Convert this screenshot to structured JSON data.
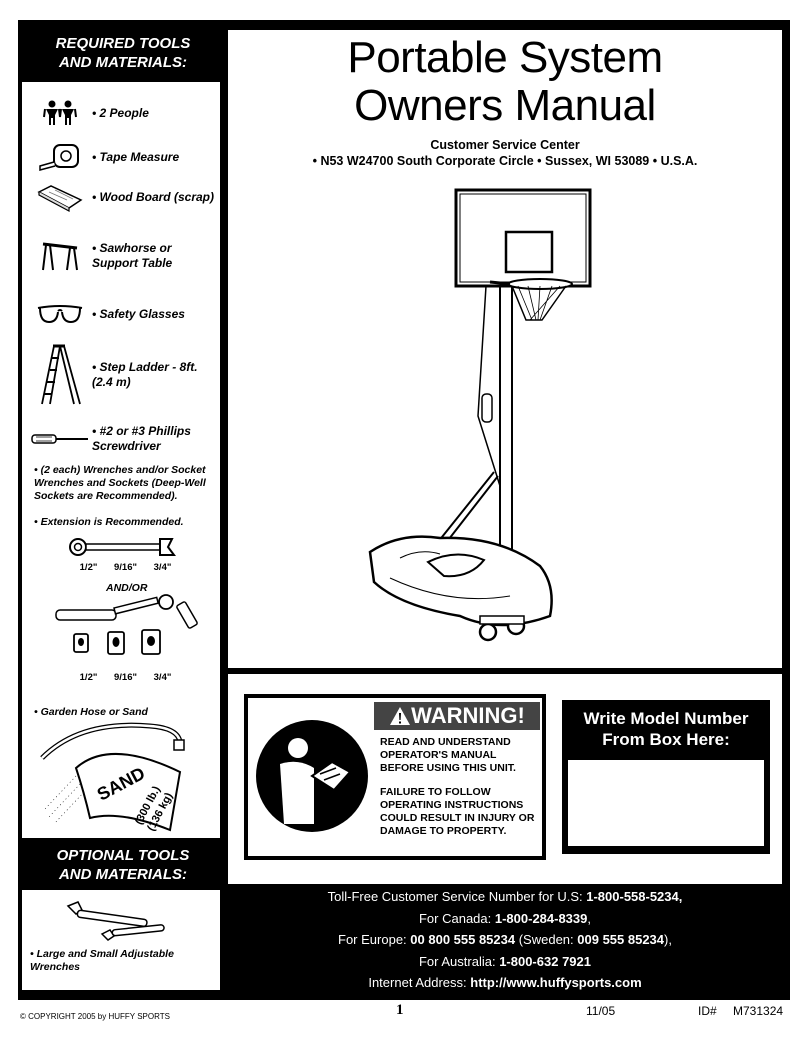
{
  "required": {
    "header_line1": "REQUIRED TOOLS",
    "header_line2": "AND MATERIALS:",
    "items": [
      {
        "label": "• 2 People",
        "icon": "people-icon"
      },
      {
        "label": "• Tape Measure",
        "icon": "tape-measure-icon"
      },
      {
        "label": "• Wood Board (scrap)",
        "icon": "wood-board-icon"
      },
      {
        "label": "• Sawhorse or Support Table",
        "icon": "sawhorse-icon"
      },
      {
        "label": "• Safety Glasses",
        "icon": "safety-glasses-icon"
      },
      {
        "label": "• Step Ladder - 8ft. (2.4 m)",
        "icon": "step-ladder-icon"
      },
      {
        "label": "• #2 or #3 Phillips Screwdriver",
        "icon": "screwdriver-icon"
      }
    ],
    "wrench_note": "• (2 each) Wrenches and/or Socket Wrenches and Sockets (Deep-Well Sockets are Recommended).",
    "extension_note": "• Extension is Recommended.",
    "sizes": [
      "1/2\"",
      "9/16\"",
      "3/4\""
    ],
    "and_or": "AND/OR",
    "garden_note": "• Garden Hose or Sand",
    "sand_label": "SAND",
    "sand_weight": "(300 lb.)",
    "sand_weight_metric": "(136 kg)"
  },
  "optional": {
    "header_line1": "OPTIONAL TOOLS",
    "header_line2": "AND MATERIALS:",
    "item": "• Large and Small Adjustable Wrenches"
  },
  "main": {
    "title_line1": "Portable System",
    "title_line2": "Owners Manual",
    "service_center": "Customer Service Center",
    "address": "• N53 W24700 South Corporate Circle • Sussex, WI 53089 • U.S.A."
  },
  "warning": {
    "title": "WARNING!",
    "text1": "READ AND UNDERSTAND OPERATOR'S MANUAL BEFORE USING THIS UNIT.",
    "text2": "FAILURE TO FOLLOW OPERATING INSTRUCTIONS COULD RESULT IN INJURY OR DAMAGE TO PROPERTY."
  },
  "model": {
    "line1": "Write Model Number",
    "line2": "From Box Here:"
  },
  "contact": {
    "us_label": "Toll-Free Customer Service Number for U.S: ",
    "us_number": "1-800-558-5234,",
    "canada_label": "For Canada:  ",
    "canada_number": "1-800-284-8339",
    "canada_tail": ",",
    "europe_label": "For Europe: ",
    "europe_number": "00 800 555 85234",
    "sweden_label": " (Sweden: ",
    "sweden_number": "009 555 85234",
    "sweden_tail": "),",
    "australia_label": "For Australia: ",
    "australia_number": "1-800-632 7921",
    "internet_label": "Internet Address: ",
    "internet_url": "http://www.huffysports.com"
  },
  "footer": {
    "copyright": "© COPYRIGHT 2005 by HUFFY SPORTS",
    "page_number": "1",
    "date": "11/05",
    "id_label": "ID#",
    "id_value": "M731324"
  }
}
